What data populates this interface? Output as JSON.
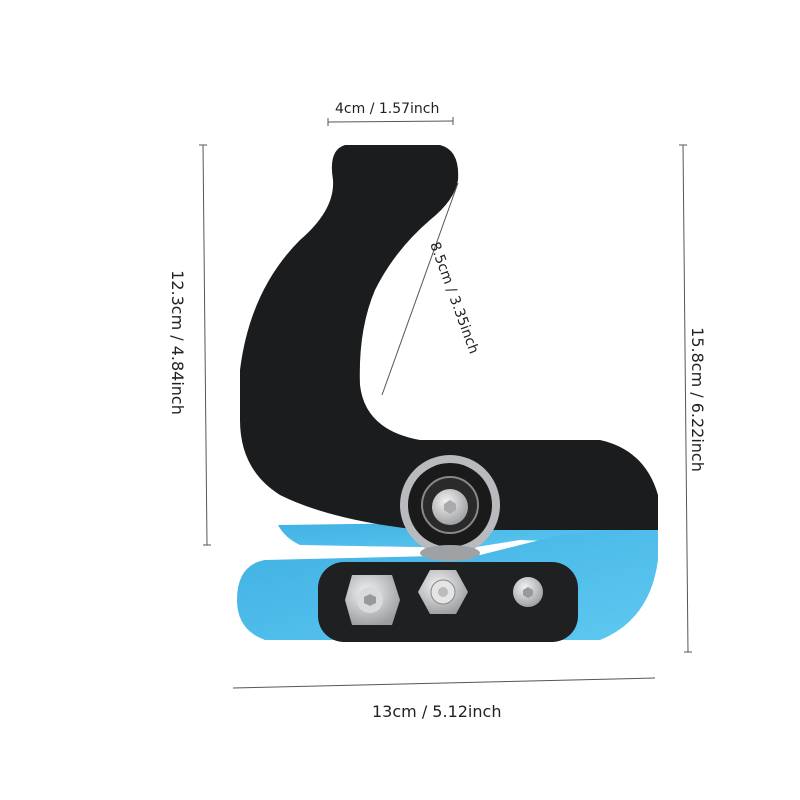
{
  "dimensions": {
    "top_width": "4cm / 1.57inch",
    "diagonal": "8.5cm / 3.35inch",
    "left_height": "12.3cm / 4.84inch",
    "right_height": "15.8cm / 6.22inch",
    "bottom_width": "13cm / 5.12inch"
  },
  "colors": {
    "body": "#1b1c1e",
    "blue": "#45b8e8",
    "metal": "#c9cbcd",
    "line": "#555555"
  }
}
